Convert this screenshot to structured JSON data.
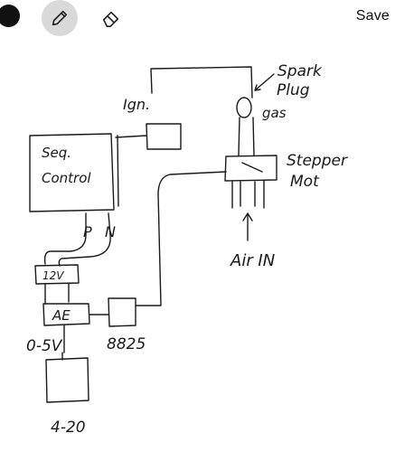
{
  "toolbar": {
    "color_swatch": "#111111",
    "pen_icon": "pencil-icon",
    "eraser_icon": "eraser-icon",
    "save_label": "Save"
  },
  "sketch": {
    "spark_plug_line1": "Spark",
    "spark_plug_line2": "Plug",
    "gas": "gas",
    "ign": "Ign.",
    "seq_control_line1": "Seq.",
    "seq_control_line2": "Control",
    "stepper_line1": "Stepper",
    "stepper_line2": "Mot",
    "p": "P",
    "n": "N",
    "air_in": "Air IN",
    "v12": "12V",
    "ae": "AE",
    "chip": "8825",
    "voltage": "0-5V",
    "current": "4-20"
  }
}
